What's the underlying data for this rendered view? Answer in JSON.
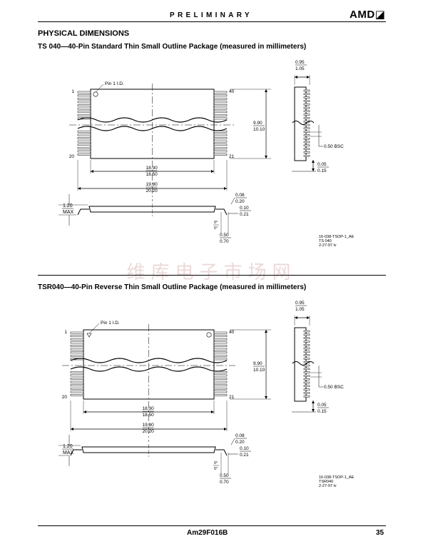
{
  "header": {
    "preliminary": "PRELIMINARY",
    "logo": "AMD◪"
  },
  "section_title": "PHYSICAL DIMENSIONS",
  "packages": [
    {
      "title": "TS 040—40-Pin Standard Thin Small Outline Package (measured in millimeters)",
      "pin1_label": "Pin 1 I.D.",
      "pins": {
        "p1": "1",
        "p20": "20",
        "p21": "21",
        "p40": "40"
      },
      "dims": {
        "height": [
          "9.90",
          "10.10"
        ],
        "body_width": [
          "18.30",
          "18.50"
        ],
        "overall_width": [
          "19.80",
          "20.20"
        ],
        "thickness_max": [
          "1.20",
          "MAX"
        ],
        "side_width": [
          "0.95",
          "1.05"
        ],
        "pitch": "0.50 BSC",
        "standoff": [
          "0.05",
          "0.15"
        ],
        "lead_thick": [
          "0.08",
          "0.20"
        ],
        "lead_w": [
          "0.10",
          "0.21"
        ],
        "angle": [
          "0°",
          "5°"
        ],
        "foot": [
          "0.50",
          "0.70"
        ]
      },
      "note": [
        "16-038-TSOP-1_AE",
        "TS 040",
        "2-27-97  lv"
      ]
    },
    {
      "title": "TSR040—40-Pin Reverse Thin Small Outline Package (measured in millimeters)",
      "pin1_label": "Pin 1 I.D.",
      "pins": {
        "p1": "1",
        "p20": "20",
        "p21": "21",
        "p40": "40"
      },
      "dims": {
        "height": [
          "9.90",
          "10.10"
        ],
        "body_width": [
          "18.30",
          "18.50"
        ],
        "overall_width": [
          "19.80",
          "20.20"
        ],
        "thickness_max": [
          "1.20",
          "MAX"
        ],
        "side_width": [
          "0.95",
          "1.05"
        ],
        "pitch": "0.50 BSC",
        "standoff": [
          "0.05",
          "0.15"
        ],
        "lead_thick": [
          "0.08",
          "0.20"
        ],
        "lead_w": [
          "0.10",
          "0.21"
        ],
        "angle": [
          "0°",
          "5°"
        ],
        "foot": [
          "0.50",
          "0.70"
        ]
      },
      "note": [
        "16-038-TSOP-1_AE",
        "TSR040",
        "2-27-97  lv"
      ]
    }
  ],
  "watermark": "维库电子市场网",
  "footer": {
    "part": "Am29F016B",
    "page": "35"
  }
}
